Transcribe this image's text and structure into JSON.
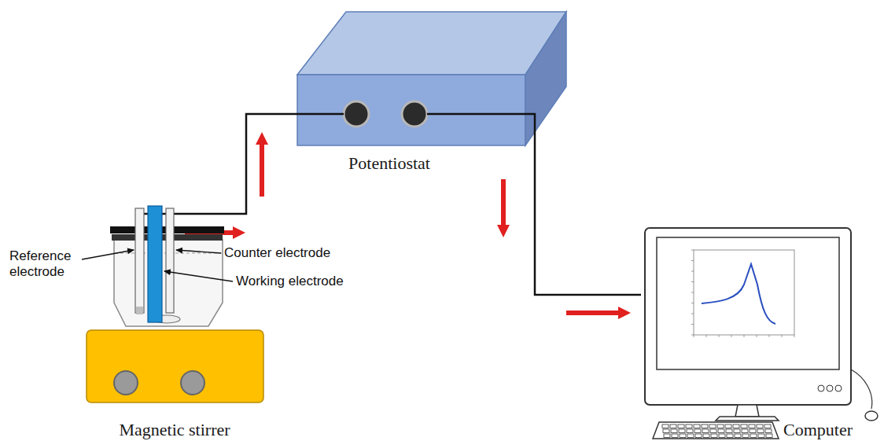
{
  "diagram": {
    "nodes": [
      {
        "text": [
          "Potentiostat"
        ]
      },
      {
        "text": [
          "Magnetic stirrer"
        ]
      },
      {
        "text": [
          "Computer"
        ]
      }
    ],
    "edges": [
      {
        "from": 0,
        "to": 2,
        "arrow": "none"
      }
    ],
    "labels": [
      "Reference electrode",
      "Counter electrode",
      "Working electrode"
    ]
  }
}
